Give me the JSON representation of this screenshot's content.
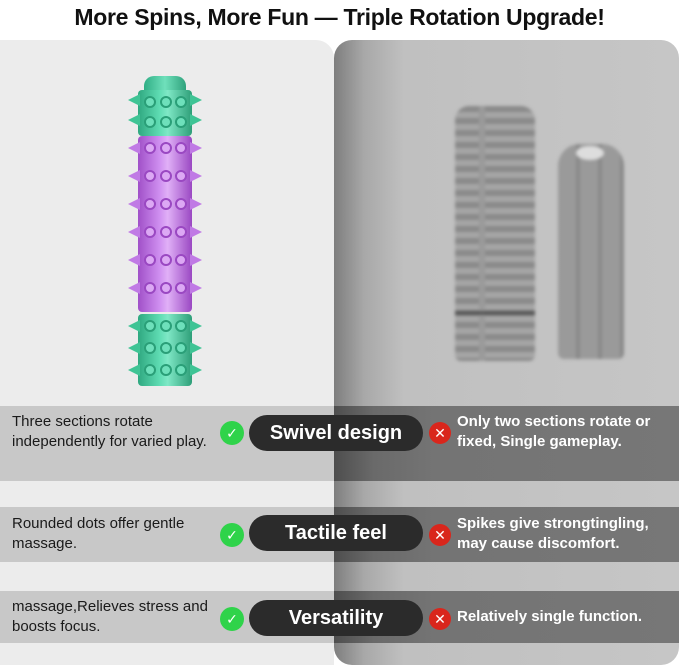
{
  "title": "More Spins, More Fun — Triple Rotation Upgrade!",
  "products": {
    "ours": {
      "image": "green-purple-spiky-fidget-roller",
      "colors": {
        "end": "#4fcfa4",
        "middle": "#c27ae6"
      }
    },
    "competitor": {
      "image": "blurred-gray-fidget-rollers"
    }
  },
  "comparison": [
    {
      "feature": "Swivel design",
      "pro": "Three sections rotate independently for varied play.",
      "con": "Only two sections rotate or fixed, Single gameplay.",
      "pro_icon": "check-icon",
      "con_icon": "cross-icon"
    },
    {
      "feature": "Tactile feel",
      "pro": "Rounded dots offer gentle massage.",
      "con": "Spikes give strongtingling, may cause discomfort.",
      "pro_icon": "check-icon",
      "con_icon": "cross-icon"
    },
    {
      "feature": "Versatility",
      "pro": "massage,Relieves stress and boosts focus.",
      "con": "Relatively single function.",
      "pro_icon": "check-icon",
      "con_icon": "cross-icon"
    }
  ],
  "icons": {
    "check": "✓",
    "cross": "✕"
  },
  "colors": {
    "check": "#2fd34a",
    "cross": "#d9261c",
    "pill": "#2b2b2b",
    "left_panel": "#ececec",
    "right_panel": "#c6c6c6"
  }
}
